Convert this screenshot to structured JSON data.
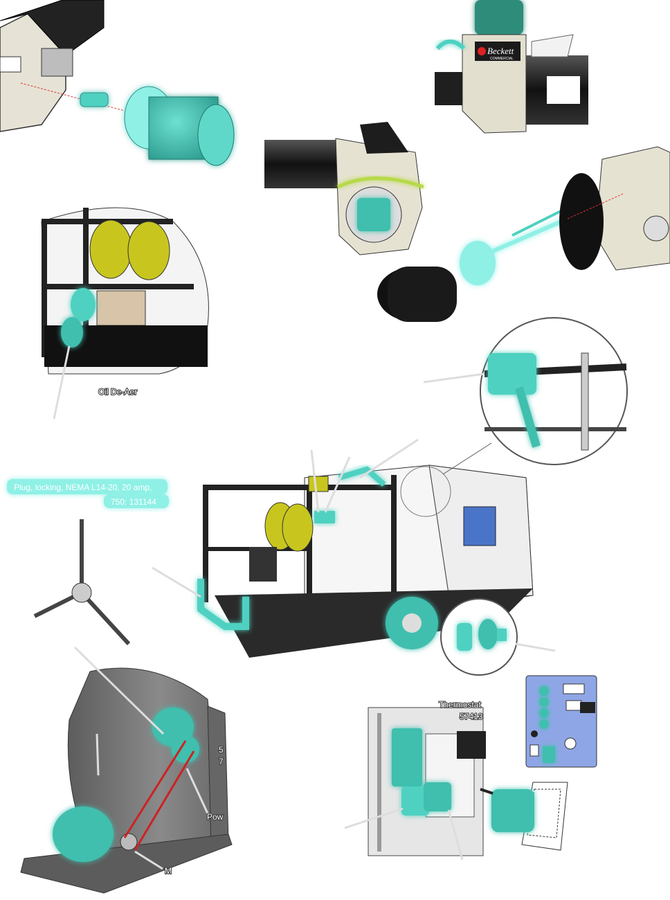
{
  "labels": {
    "oil_deaerator": "Oil De-Aer",
    "plug_line1": "Plug, locking, NEMA L14-20, 20 amp,",
    "plug_line2": "750: 131144",
    "thermostat_line1": "Thermostat",
    "thermostat_line2": "57413",
    "belt_line1": "5",
    "belt_line2": "7",
    "power_label": "Pow",
    "motor_label": "M"
  },
  "logo": {
    "brand": "Beckett",
    "sub": "COMMERCIAL"
  },
  "colors": {
    "highlight": "#4fd1c1",
    "highlight_glow": "#8ff0e6",
    "metal": "#e8e6dc",
    "dark": "#1a1a1a",
    "frame": "#222222",
    "yellow": "#c8c61e",
    "panel_blue": "#8fa6e6",
    "housing_grey": "#7d7d7d"
  }
}
